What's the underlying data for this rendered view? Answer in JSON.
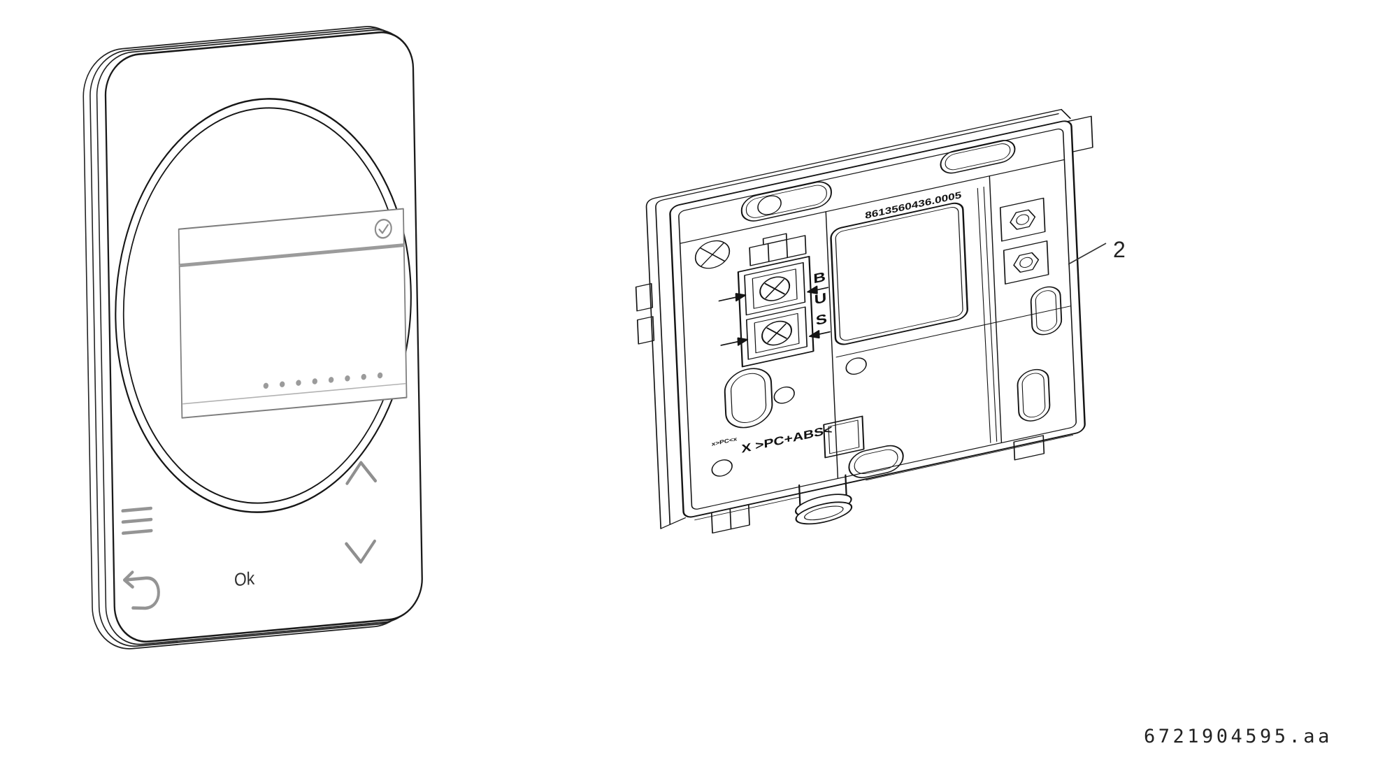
{
  "colors": {
    "background": "#ffffff",
    "line_dark": "#1a1a1a",
    "icon_gray": "#949494",
    "display_gray": "#9b9b9b",
    "display_border": "#7d7d7d",
    "text_dark": "#2f2f2f"
  },
  "thermostat": {
    "ok_label": "Ok",
    "display": {
      "status_icon": "check-circle",
      "dots_count": 8
    },
    "touch_icons": [
      "menu",
      "back",
      "up",
      "down"
    ]
  },
  "wall_plate": {
    "molded_part_number": "8613560436.0005",
    "bus_letters": [
      "B",
      "U",
      "S"
    ],
    "material_marking": "X >PC+ABS<",
    "small_marking": "x>PC<x"
  },
  "callout": {
    "label": "2"
  },
  "footer": {
    "document_number": "6721904595.aa"
  }
}
